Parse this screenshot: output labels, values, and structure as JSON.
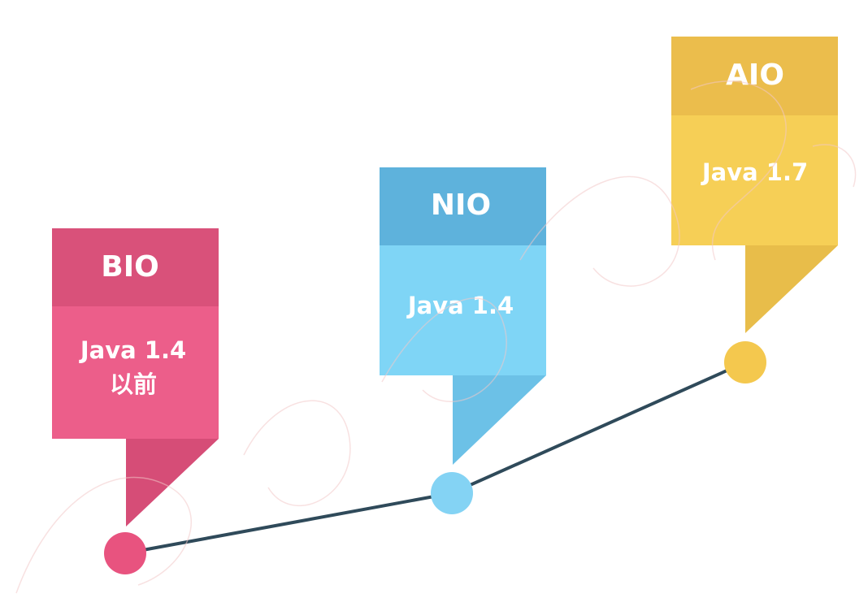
{
  "diagram": {
    "stages": [
      {
        "id": "bio",
        "title": "BIO",
        "subtitle_lines": [
          "Java 1.4",
          "以前"
        ],
        "colors": {
          "header": "#d9517a",
          "body": "#ec5e8a",
          "tail": "#d64d77",
          "dot": "#e8537f"
        }
      },
      {
        "id": "nio",
        "title": "NIO",
        "subtitle_lines": [
          "Java 1.4"
        ],
        "colors": {
          "header": "#5eb2dc",
          "body": "#7fd5f6",
          "tail": "#6cc1e7",
          "dot": "#84d3f4"
        }
      },
      {
        "id": "aio",
        "title": "AIO",
        "subtitle_lines": [
          "Java 1.7"
        ],
        "colors": {
          "header": "#ebbd4c",
          "body": "#f6cf56",
          "tail": "#e8bd4a",
          "dot": "#f4c84e"
        }
      }
    ],
    "line_color": "#2f4a5a"
  }
}
